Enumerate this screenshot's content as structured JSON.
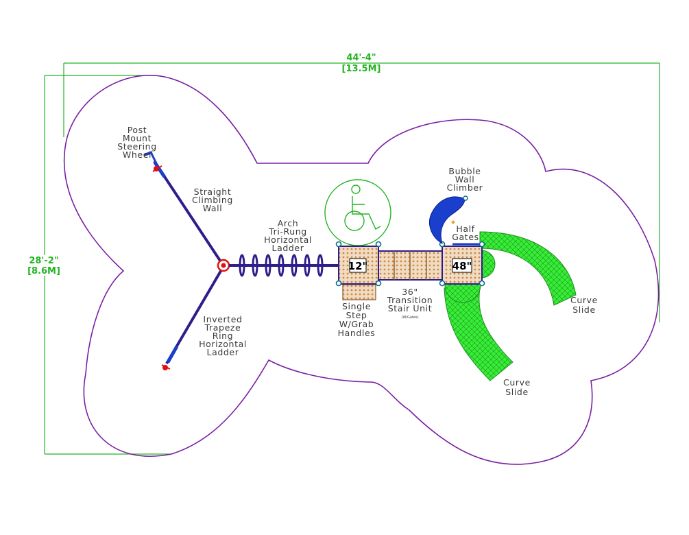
{
  "dimensions": {
    "width": {
      "ft": "44'-4\"",
      "m": "[13.5M]"
    },
    "height": {
      "ft": "28'-2\"",
      "m": "[8.6M]"
    }
  },
  "labels": {
    "steering": [
      "Post",
      "Mount",
      "Steering",
      "Wheel"
    ],
    "climbing_wall": [
      "Straight",
      "Climbing",
      "Wall"
    ],
    "arch_ladder": [
      "Arch",
      "Tri-Rung",
      "Horizontal",
      "Ladder"
    ],
    "bubble": [
      "Bubble",
      "Wall",
      "Climber"
    ],
    "half_gates": [
      "Half",
      "Gates"
    ],
    "inverted_ladder": [
      "Inverted",
      "Trapeze",
      "Ring",
      "Horizontal",
      "Ladder"
    ],
    "single_step": [
      "Single",
      "Step",
      "W/Grab",
      "Handles"
    ],
    "transition": [
      "36\"",
      "Transition",
      "Stair Unit"
    ],
    "transition_note": "(W/Gates)",
    "curve_slide_right": [
      "Curve",
      "Slide"
    ],
    "curve_slide_bottom": [
      "Curve",
      "Slide"
    ]
  },
  "deck_heights": {
    "left": "12\"",
    "right": "48\""
  },
  "icons": {
    "accessibility": "wheelchair-icon"
  },
  "colors": {
    "boundary": "#7a1fa2",
    "dimension": "#22b322",
    "structure": "#2e1d8a",
    "slide": "#33ee33",
    "deck": "#c98a4a",
    "bubble": "#1a3fcc",
    "accent_red": "#e01010"
  }
}
